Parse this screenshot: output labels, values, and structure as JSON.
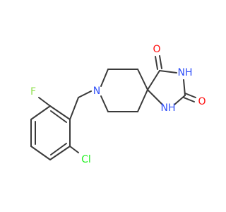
{
  "colors": {
    "bond": "#3a3a3a",
    "carbon": "#3a3a3a",
    "nitrogen": "#3050F8",
    "oxygen": "#FF0D0D",
    "fluorine": "#90E050",
    "chlorine": "#1FF01F"
  },
  "atoms": {
    "n_piperidine": "N",
    "nh_imide": "NH",
    "nh_amide": "NH",
    "o_top": "O",
    "o_right": "O",
    "f": "F",
    "cl": "Cl"
  }
}
